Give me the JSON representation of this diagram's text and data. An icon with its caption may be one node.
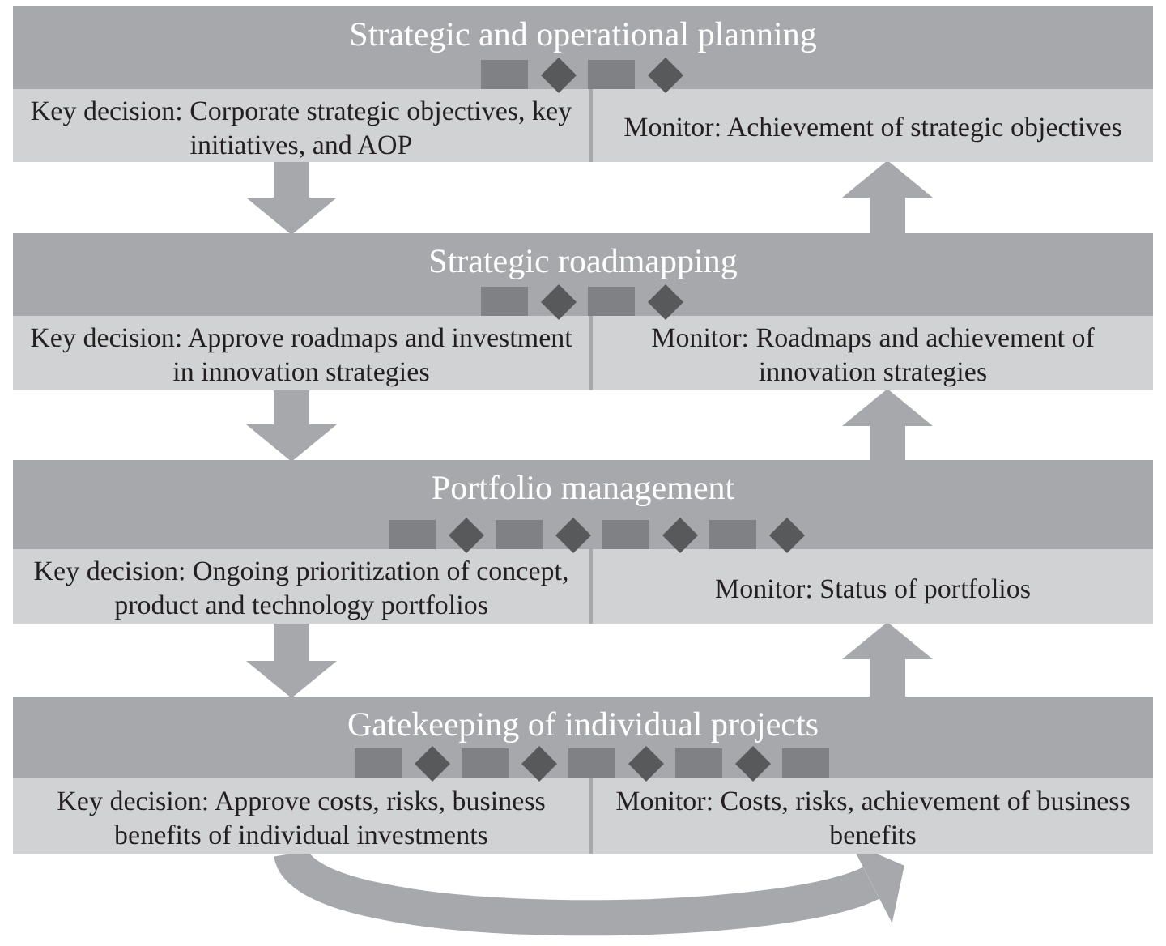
{
  "diagram": {
    "nodes": [
      {
        "text": [
          "Strategic and operational planning"
        ]
      },
      {
        "text": [
          "Key decision: Corporate strategic objectives, key initiatives, and AOP"
        ],
        "in": 0
      },
      {
        "text": [
          "Monitor: Achievement of strategic objectives"
        ],
        "in": 0
      },
      {
        "text": [
          "Strategic roadmapping"
        ]
      },
      {
        "text": [
          "Key decision: Approve roadmaps and investment in innovation strategies"
        ],
        "in": 3
      },
      {
        "text": [
          "Monitor: Roadmaps and achievement of innovation strategies"
        ],
        "in": 3
      },
      {
        "text": [
          "Portfolio management"
        ]
      },
      {
        "text": [
          "Key decision: Ongoing prioritization of concept, product and technology portfolios"
        ],
        "in": 6
      },
      {
        "text": [
          "Monitor: Status of portfolios"
        ],
        "in": 6
      },
      {
        "text": [
          "Gatekeeping of individual projects"
        ]
      },
      {
        "text": [
          "Key decision: Approve costs, risks, business benefits of individual investments"
        ],
        "in": 9
      },
      {
        "text": [
          "Monitor: Costs, risks, achievement of business benefits"
        ],
        "in": 9
      }
    ],
    "edges": [
      {
        "from": 1,
        "to": 3,
        "arrow": "to"
      },
      {
        "from": 3,
        "to": 2,
        "arrow": "to"
      },
      {
        "from": 4,
        "to": 6,
        "arrow": "to"
      },
      {
        "from": 6,
        "to": 5,
        "arrow": "to"
      },
      {
        "from": 7,
        "to": 9,
        "arrow": "to"
      },
      {
        "from": 9,
        "to": 8,
        "arrow": "to"
      },
      {
        "from": 10,
        "to": 11,
        "arrow": "to"
      }
    ]
  }
}
